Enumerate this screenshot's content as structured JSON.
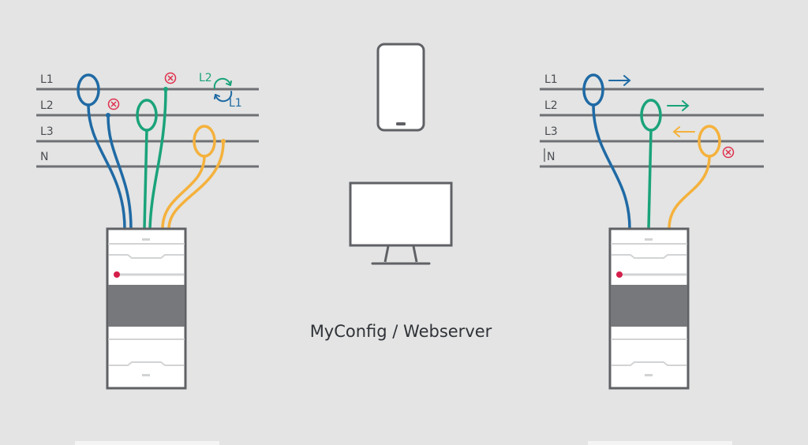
{
  "colors": {
    "background": "#e3e4e3",
    "line": "#6e7074",
    "phase_l1": "#1f6aa5",
    "phase_l2": "#1aa37a",
    "phase_l3": "#f5b13c",
    "error": "#e02f4c",
    "device_frame": "#5f6165",
    "device_band": "#77787b",
    "status_led": "#d41f4a"
  },
  "left_diagram": {
    "lines": [
      "L1",
      "L2",
      "L3",
      "N"
    ],
    "swap_label_from": "L2",
    "swap_label_to": "L1",
    "swap_icon": "rotate-arrows-icon",
    "error_icon": "error-circle-x-icon"
  },
  "center": {
    "phone_icon": "smartphone-icon",
    "monitor_icon": "monitor-icon",
    "caption": "MyConfig / Webserver"
  },
  "right_diagram": {
    "lines": [
      "L1",
      "L2",
      "L3",
      "N"
    ],
    "direction_icon": "arrow-icon",
    "error_icon": "error-circle-x-icon"
  }
}
